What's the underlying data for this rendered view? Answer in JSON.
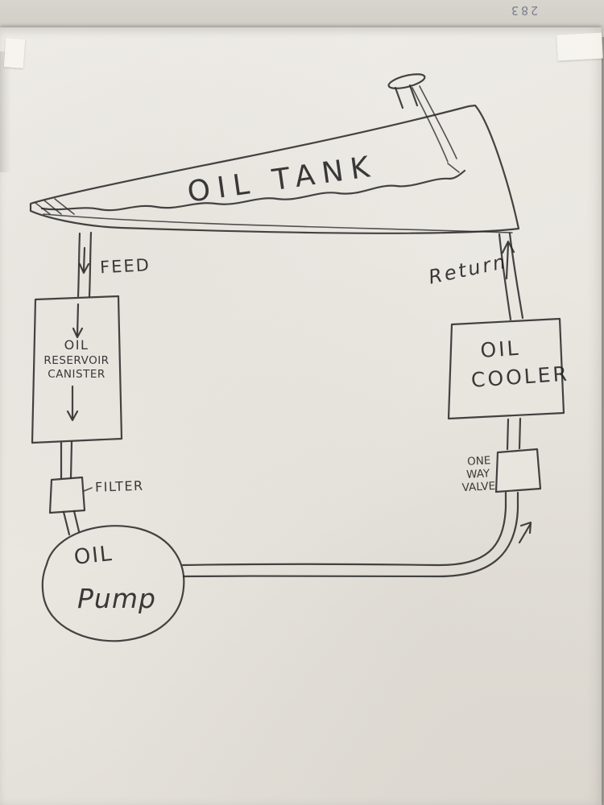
{
  "page": {
    "page_number": "283"
  },
  "labels": {
    "tank": "OIL TANK",
    "feed": "FEED",
    "return_line": "Return",
    "canister": {
      "line1": "OIL",
      "line2": "RESERVOIR",
      "line3": "CANISTER"
    },
    "filter": "FILTER",
    "pump": {
      "line1": "OIL",
      "line2": "Pump"
    },
    "cooler": {
      "line1": "OIL",
      "line2": "COOLER"
    },
    "valve": {
      "line1": "ONE",
      "line2": "WAY",
      "line3": "VALVE"
    }
  },
  "colors": {
    "ink": "#2b2b2b",
    "paper": "#e9e6e0"
  }
}
